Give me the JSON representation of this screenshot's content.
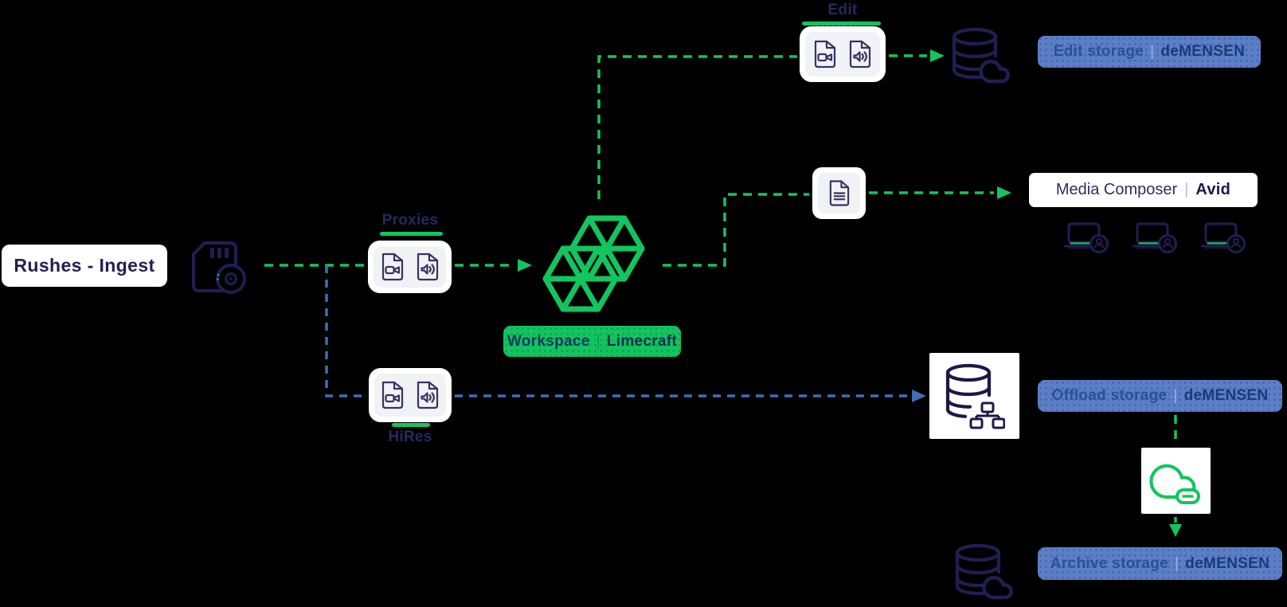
{
  "nodes": {
    "rushes": {
      "label": "Rushes - Ingest"
    },
    "proxies": {
      "label": "Proxies"
    },
    "hires": {
      "label": "HiRes"
    },
    "edit_proxies": {
      "label": "Edit Proxies"
    },
    "workspace": {
      "product": "Workspace",
      "separator": "|",
      "brand": "Limecraft"
    },
    "media_composer": {
      "product": "Media Composer",
      "separator": "|",
      "brand": "Avid"
    },
    "edit_storage": {
      "product": "Edit storage",
      "separator": "|",
      "brand": "deMENSEN"
    },
    "offload_storage": {
      "product": "Offload storage",
      "separator": "|",
      "brand": "deMENSEN"
    },
    "archive_storage": {
      "product": "Archive storage",
      "separator": "|",
      "brand": "deMENSEN"
    }
  },
  "icons": {
    "sd_card": "sd-card-with-disc",
    "video_file": "video-file",
    "audio_file": "audio-file",
    "document_file": "document-file",
    "limecraft_hexagon": "limecraft-logo-hexagon",
    "database_cloud": "database-with-cloud",
    "laptop_user": "laptop-with-user",
    "database_network": "database-with-network",
    "cloud_link": "cloud-with-link"
  },
  "colors": {
    "background": "#000000",
    "accent_green": "#12C55F",
    "line_blue": "#3E6FB6",
    "badge_blue": "#5B7EC7",
    "badge_green": "#12C45E",
    "icon_navy": "#221D52",
    "panel_white": "#FFFFFF",
    "panel_gray": "#F1F2F6"
  }
}
